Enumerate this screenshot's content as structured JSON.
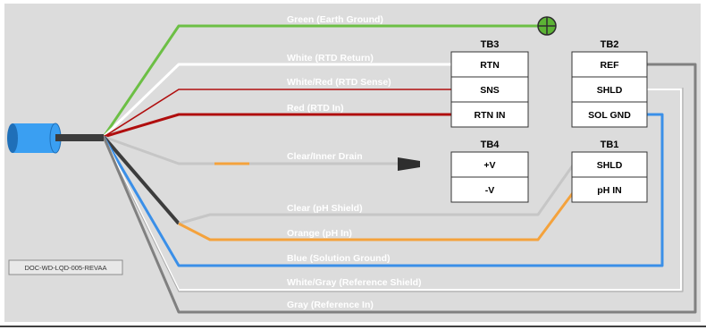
{
  "colors": {
    "background": "#dcdcdc",
    "green": "#6cbf45",
    "white": "#ffffff",
    "red": "#b00e0e",
    "clear": "#c6c6c6",
    "dark": "#3c3c3c",
    "orange": "#f4a23c",
    "blue": "#3a8fe8",
    "gray": "#808080",
    "cable": "#3a9ff2"
  },
  "wires": {
    "green": "Green (Earth Ground)",
    "white": "White (RTD Return)",
    "white_red": "White/Red (RTD Sense)",
    "red": "Red (RTD In)",
    "clear_inner": "Clear/Inner Drain",
    "clear_ph": "Clear (pH Shield)",
    "orange": "Orange (pH In)",
    "blue": "Blue (Solution Ground)",
    "white_gray": "White/Gray (Reference Shield)",
    "gray": "Gray (Reference In)"
  },
  "terminal_blocks": {
    "tb3": {
      "title": "TB3",
      "terminals": [
        "RTN",
        "SNS",
        "RTN IN"
      ]
    },
    "tb2": {
      "title": "TB2",
      "terminals": [
        "REF",
        "SHLD",
        "SOL GND"
      ]
    },
    "tb4": {
      "title": "TB4",
      "terminals": [
        "+V",
        "-V"
      ]
    },
    "tb1": {
      "title": "TB1",
      "terminals": [
        "SHLD",
        "pH IN"
      ]
    }
  },
  "doc_number": "DOC-WD-LQD-005-REVAA",
  "icons": {
    "ground": "earth-ground-icon",
    "drain": "drain-terminal-icon",
    "cable": "cable-icon"
  }
}
